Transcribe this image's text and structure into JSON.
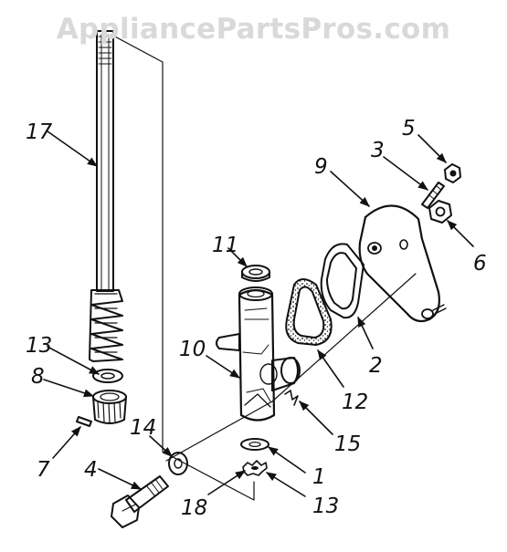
{
  "watermark": "AppliancePartsPros.com",
  "callouts": [
    {
      "id": "c17",
      "label": "17"
    },
    {
      "id": "c13a",
      "label": "13"
    },
    {
      "id": "c8",
      "label": "8"
    },
    {
      "id": "c7",
      "label": "7"
    },
    {
      "id": "c4",
      "label": "4"
    },
    {
      "id": "c14",
      "label": "14"
    },
    {
      "id": "c11",
      "label": "11"
    },
    {
      "id": "c10",
      "label": "10"
    },
    {
      "id": "c9",
      "label": "9"
    },
    {
      "id": "c3",
      "label": "3"
    },
    {
      "id": "c5",
      "label": "5"
    },
    {
      "id": "c6",
      "label": "6"
    },
    {
      "id": "c2",
      "label": "2"
    },
    {
      "id": "c12",
      "label": "12"
    },
    {
      "id": "c15",
      "label": "15"
    },
    {
      "id": "c1",
      "label": "1"
    },
    {
      "id": "c18",
      "label": "18"
    },
    {
      "id": "c13b",
      "label": "13"
    }
  ],
  "colors": {
    "ink": "#111111",
    "watermark": "#d9d9d9",
    "background": "#ffffff"
  }
}
